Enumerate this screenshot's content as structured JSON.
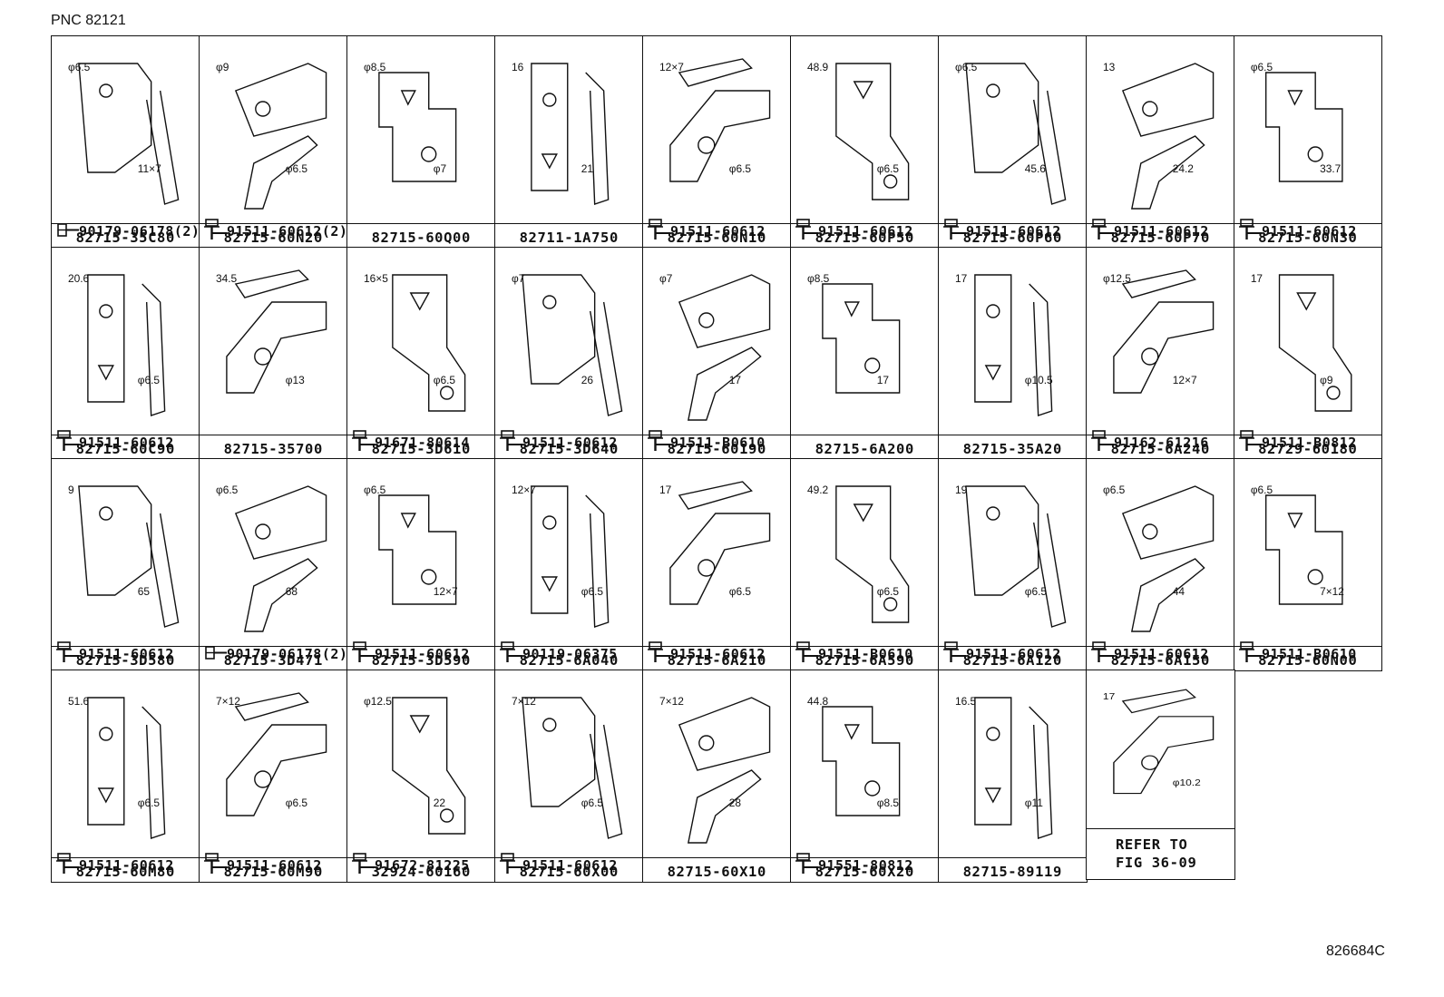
{
  "pnc": "PNC 82121",
  "doc_id": "826684C",
  "refer": {
    "line1": "REFER TO",
    "line2": "FIG 36-09"
  },
  "rows": [
    [
      {
        "part": "82715-35C80",
        "bolt": "90179-06178(2)",
        "bolt_type": "nut",
        "dims": [
          "φ6.5",
          "11×7"
        ]
      },
      {
        "part": "82715-60N20",
        "bolt": "91511-60612(2)",
        "bolt_type": "bolt",
        "dims": [
          "φ9",
          "φ6.5"
        ]
      },
      {
        "part": "82715-60Q00",
        "bolt": "",
        "bolt_type": "none",
        "dims": [
          "φ8.5",
          "φ7"
        ]
      },
      {
        "part": "82711-1A750",
        "bolt": "",
        "bolt_type": "none",
        "dims": [
          "16",
          "21"
        ]
      },
      {
        "part": "82715-60N10",
        "bolt": "91511-60612",
        "bolt_type": "bolt",
        "dims": [
          "12×7",
          "φ6.5"
        ]
      },
      {
        "part": "82715-60P50",
        "bolt": "91511-60612",
        "bolt_type": "bolt",
        "dims": [
          "48.9",
          "φ6.5"
        ]
      },
      {
        "part": "82715-60P60",
        "bolt": "91511-60612",
        "bolt_type": "bolt",
        "dims": [
          "φ6.5",
          "45.6"
        ]
      },
      {
        "part": "82715-60P70",
        "bolt": "91511-60612",
        "bolt_type": "bolt",
        "dims": [
          "13",
          "24.2"
        ]
      },
      {
        "part": "82715-60N30",
        "bolt": "91511-60612",
        "bolt_type": "bolt",
        "dims": [
          "φ6.5",
          "33.7"
        ]
      }
    ],
    [
      {
        "part": "82715-60C90",
        "bolt": "91511-60612",
        "bolt_type": "bolt",
        "dims": [
          "20.6",
          "φ6.5"
        ]
      },
      {
        "part": "82715-35700",
        "bolt": "",
        "bolt_type": "none",
        "dims": [
          "34.5",
          "φ13"
        ]
      },
      {
        "part": "82715-3D610",
        "bolt": "91671-80614",
        "bolt_type": "bolt",
        "dims": [
          "16×5",
          "φ6.5"
        ]
      },
      {
        "part": "82715-3D640",
        "bolt": "91511-60612",
        "bolt_type": "bolt",
        "dims": [
          "φ7",
          "26"
        ]
      },
      {
        "part": "82715-60190",
        "bolt": "91511-B0610",
        "bolt_type": "bolt",
        "dims": [
          "φ7",
          "17"
        ]
      },
      {
        "part": "82715-6A200",
        "bolt": "",
        "bolt_type": "none",
        "dims": [
          "φ8.5",
          "17"
        ]
      },
      {
        "part": "82715-35A20",
        "bolt": "",
        "bolt_type": "none",
        "dims": [
          "17",
          "φ10.5"
        ]
      },
      {
        "part": "82715-6A240",
        "bolt": "91162-61216",
        "bolt_type": "bolt",
        "dims": [
          "φ12.5",
          "12×7"
        ]
      },
      {
        "part": "82729-60180",
        "bolt": "91511-B0812",
        "bolt_type": "bolt",
        "dims": [
          "17",
          "φ9"
        ]
      }
    ],
    [
      {
        "part": "82715-3D580",
        "bolt": "91511-60612",
        "bolt_type": "bolt",
        "dims": [
          "9",
          "65"
        ]
      },
      {
        "part": "82715-3D471",
        "bolt": "90179-06178(2)",
        "bolt_type": "nut",
        "dims": [
          "φ6.5",
          "68"
        ]
      },
      {
        "part": "82715-3D590",
        "bolt": "91511-60612",
        "bolt_type": "bolt",
        "dims": [
          "φ6.5",
          "12×7"
        ]
      },
      {
        "part": "82715-6A040",
        "bolt": "90119-06375",
        "bolt_type": "bolt",
        "dims": [
          "12×7",
          "φ6.5"
        ]
      },
      {
        "part": "82715-6A210",
        "bolt": "91511-60612",
        "bolt_type": "bolt",
        "dims": [
          "17",
          "φ6.5"
        ]
      },
      {
        "part": "82715-6A590",
        "bolt": "91511-B0610",
        "bolt_type": "bolt",
        "dims": [
          "49.2",
          "φ6.5"
        ]
      },
      {
        "part": "82715-6A120",
        "bolt": "91511-60612",
        "bolt_type": "bolt",
        "dims": [
          "19",
          "φ6.5"
        ]
      },
      {
        "part": "82715-6A150",
        "bolt": "91511-60612",
        "bolt_type": "bolt",
        "dims": [
          "φ6.5",
          "44"
        ]
      },
      {
        "part": "82715-60N00",
        "bolt": "91511-B0610",
        "bolt_type": "bolt",
        "dims": [
          "φ6.5",
          "7×12"
        ]
      }
    ],
    [
      {
        "part": "82715-60M80",
        "bolt": "91511-60612",
        "bolt_type": "bolt",
        "dims": [
          "51.6",
          "φ6.5"
        ]
      },
      {
        "part": "82715-60M90",
        "bolt": "91511-60612",
        "bolt_type": "bolt",
        "dims": [
          "7×12",
          "φ6.5"
        ]
      },
      {
        "part": "32924-60160",
        "bolt": "91672-81225",
        "bolt_type": "bolt",
        "dims": [
          "φ12.5",
          "22"
        ]
      },
      {
        "part": "82715-60X00",
        "bolt": "91511-60612",
        "bolt_type": "bolt",
        "dims": [
          "7×12",
          "φ6.5"
        ]
      },
      {
        "part": "82715-60X10",
        "bolt": "",
        "bolt_type": "none",
        "dims": [
          "7×12",
          "28"
        ]
      },
      {
        "part": "82715-60X20",
        "bolt": "91551-80812",
        "bolt_type": "bolt",
        "dims": [
          "44.8",
          "φ8.5"
        ]
      },
      {
        "part": "82715-89119",
        "bolt": "",
        "bolt_type": "none",
        "dims": [
          "16.5",
          "φ11"
        ]
      },
      {
        "part": "",
        "bolt": "",
        "bolt_type": "none",
        "dims": [
          "17",
          "φ10.2"
        ],
        "refer_cell": true
      }
    ]
  ]
}
